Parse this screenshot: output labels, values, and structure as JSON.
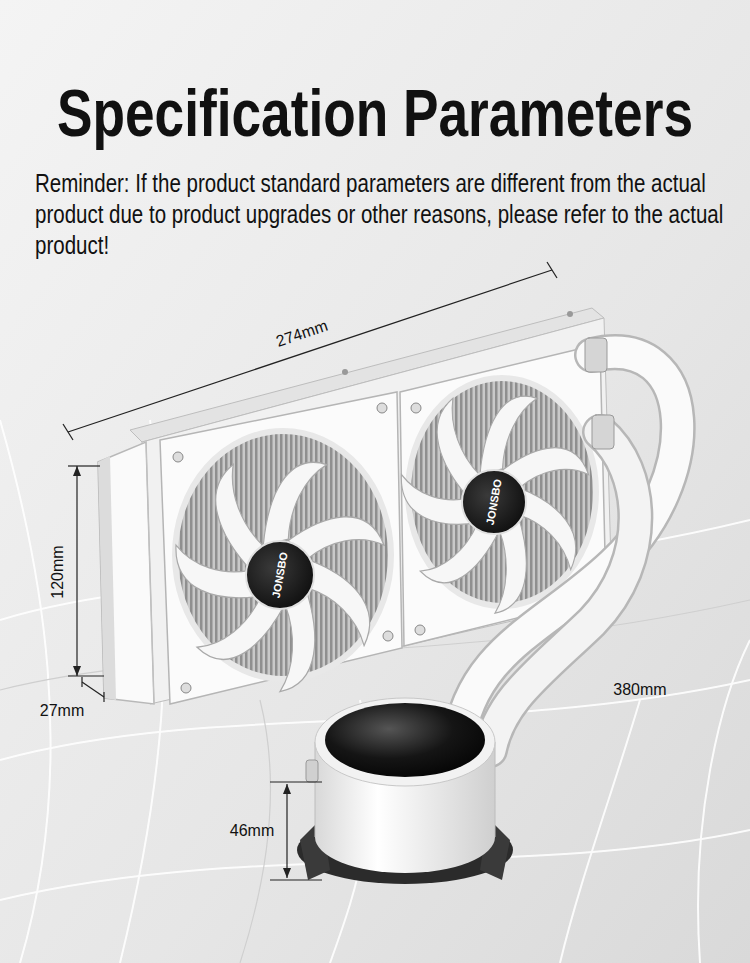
{
  "diagram": {
    "title": "Specification Parameters",
    "labels": [
      "Reminder: If the product standard parameters are different from the actual product due to product upgrades or other reasons, please refer to the actual product!",
      "274mm",
      "JONSBO",
      "JONSBO",
      "120mm",
      "27mm",
      "380mm",
      "46mm"
    ]
  }
}
